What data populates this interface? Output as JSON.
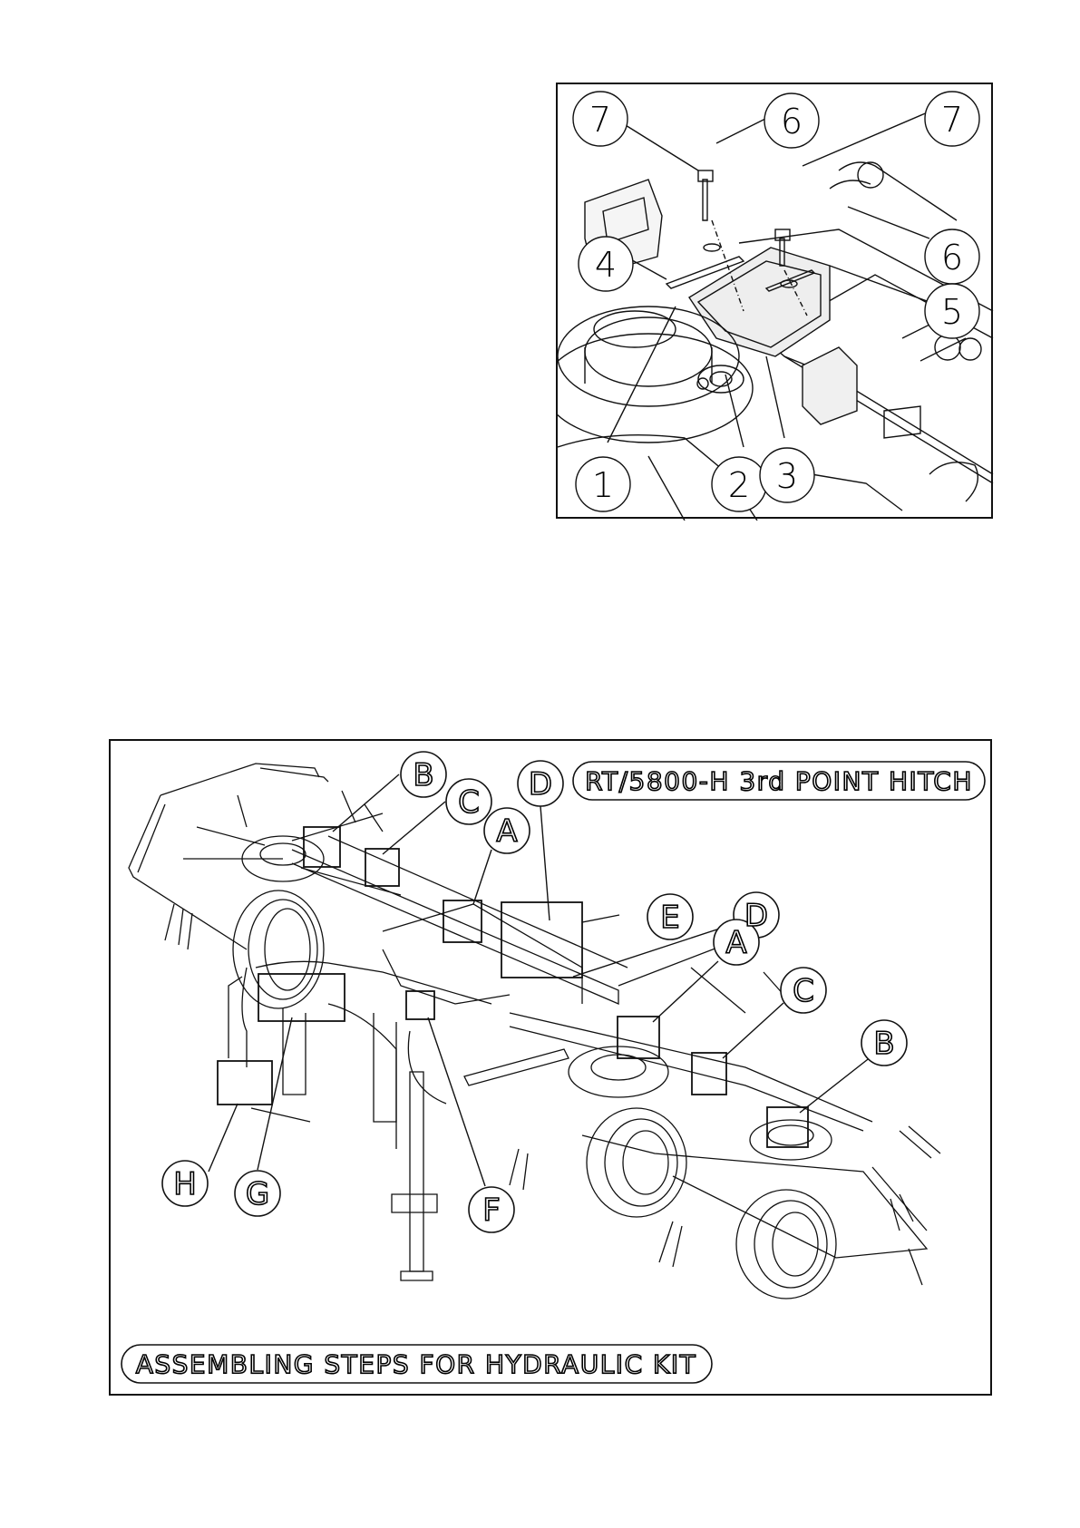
{
  "detail_figure": {
    "callouts": [
      "7",
      "6",
      "7",
      "6",
      "4",
      "5",
      "1",
      "2",
      "3"
    ]
  },
  "main_figure": {
    "title_badge": "RT/5800-H 3rd POINT HITCH",
    "caption_badge": "ASSEMBLING STEPS FOR HYDRAULIC KIT",
    "callouts": [
      "B",
      "C",
      "D",
      "A",
      "E",
      "D",
      "A",
      "C",
      "B",
      "H",
      "G",
      "F"
    ]
  }
}
